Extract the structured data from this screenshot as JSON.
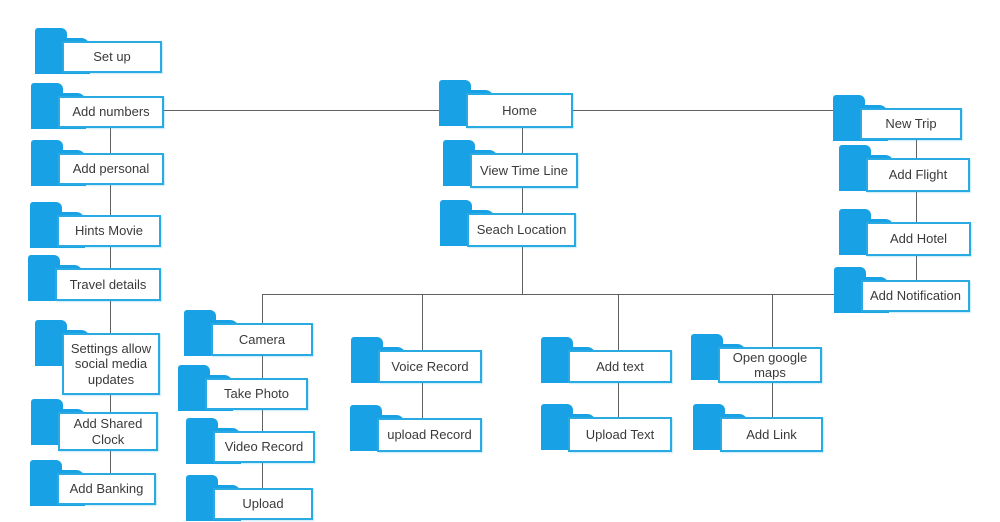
{
  "diagram": {
    "type": "sitemap-tree",
    "nodes": {
      "set_up": {
        "label": "Set up"
      },
      "add_numbers": {
        "label": "Add numbers"
      },
      "add_personal": {
        "label": "Add personal"
      },
      "hints_movie": {
        "label": "Hints Movie"
      },
      "travel_details": {
        "label": "Travel details"
      },
      "settings_social": {
        "label": "Settings allow social media updates"
      },
      "add_shared_clock": {
        "label": "Add Shared Clock"
      },
      "add_banking": {
        "label": "Add Banking"
      },
      "home": {
        "label": "Home"
      },
      "view_time_line": {
        "label": "View Time Line"
      },
      "seach_location": {
        "label": "Seach Location"
      },
      "new_trip": {
        "label": "New Trip"
      },
      "add_flight": {
        "label": "Add Flight"
      },
      "add_hotel": {
        "label": "Add Hotel"
      },
      "add_notification": {
        "label": "Add Notification"
      },
      "camera": {
        "label": "Camera"
      },
      "take_photo": {
        "label": "Take Photo"
      },
      "video_record": {
        "label": "Video Record"
      },
      "upload": {
        "label": "Upload"
      },
      "voice_record": {
        "label": "Voice Record"
      },
      "upload_record": {
        "label": "upload Record"
      },
      "add_text": {
        "label": "Add text"
      },
      "upload_text": {
        "label": "Upload Text"
      },
      "open_google_maps": {
        "label": "Open google maps"
      },
      "add_link": {
        "label": "Add Link"
      }
    },
    "edges": [
      [
        "add_numbers",
        "home"
      ],
      [
        "home",
        "new_trip"
      ],
      [
        "add_numbers",
        "add_personal"
      ],
      [
        "add_personal",
        "hints_movie"
      ],
      [
        "hints_movie",
        "travel_details"
      ],
      [
        "travel_details",
        "settings_social"
      ],
      [
        "settings_social",
        "add_shared_clock"
      ],
      [
        "add_shared_clock",
        "add_banking"
      ],
      [
        "home",
        "view_time_line"
      ],
      [
        "view_time_line",
        "seach_location"
      ],
      [
        "seach_location",
        "camera"
      ],
      [
        "seach_location",
        "voice_record"
      ],
      [
        "seach_location",
        "add_text"
      ],
      [
        "seach_location",
        "open_google_maps"
      ],
      [
        "seach_location",
        "add_notification"
      ],
      [
        "new_trip",
        "add_flight"
      ],
      [
        "add_flight",
        "add_hotel"
      ],
      [
        "add_hotel",
        "add_notification"
      ],
      [
        "camera",
        "take_photo"
      ],
      [
        "take_photo",
        "video_record"
      ],
      [
        "video_record",
        "upload"
      ],
      [
        "voice_record",
        "upload_record"
      ],
      [
        "add_text",
        "upload_text"
      ],
      [
        "open_google_maps",
        "add_link"
      ]
    ]
  },
  "colors": {
    "folder": "#18a2e5",
    "box_border": "#2aaae2",
    "line": "#616161",
    "text": "#3a3a3a",
    "background": "#ffffff"
  }
}
